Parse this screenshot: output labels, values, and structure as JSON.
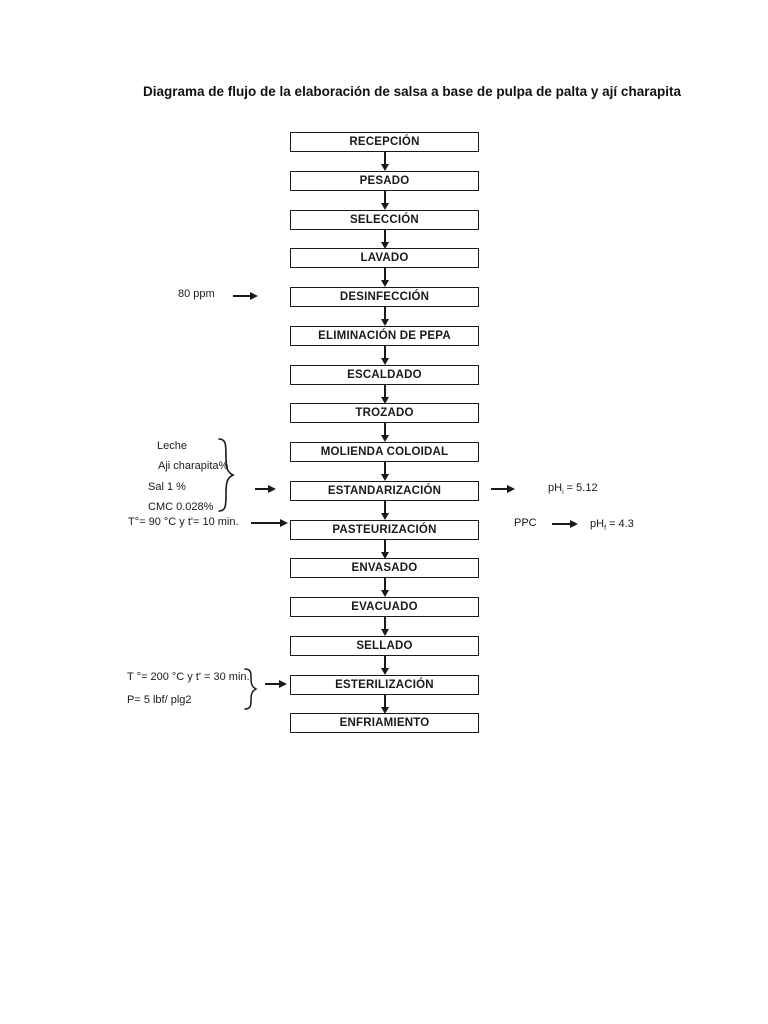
{
  "title": "Diagrama de flujo de la elaboración de salsa a base de pulpa de palta y ají charapita",
  "steps": [
    "RECEPCIÓN",
    "PESADO",
    "SELECCIÓN",
    "LAVADO",
    "DESINFECCIÓN",
    "ELIMINACIÓN DE PEPA",
    "ESCALDADO",
    "TROZADO",
    "MOLIENDA COLOIDAL",
    "ESTANDARIZACIÓN",
    "PASTEURIZACIÓN",
    "ENVASADO",
    "EVACUADO",
    "SELLADO",
    "ESTERILIZACIÓN",
    "ENFRIAMIENTO"
  ],
  "annotations": {
    "desinfeccion_input": "80 ppm",
    "estandarizacion_inputs": {
      "line1": "Leche",
      "line2": "Aji charapita%",
      "line3": "Sal 1 %",
      "line4": "CMC  0.028%"
    },
    "pasteurizacion_input": "T°= 90 °C y t'= 10 min.",
    "estandarizacion_output": {
      "prefix": "pH",
      "sub": "i",
      "value": " = 5.12"
    },
    "pasteurizacion_output": {
      "label": "PPC",
      "prefix": "pH",
      "sub": "f",
      "value": " = 4.3"
    },
    "esterilizacion_inputs": {
      "line1": "T °= 200 °C y t' = 30 min.",
      "line2": "P= 5 lbf/ plg2"
    }
  },
  "colors": {
    "ink": "#1a1a1a",
    "background": "#ffffff"
  }
}
